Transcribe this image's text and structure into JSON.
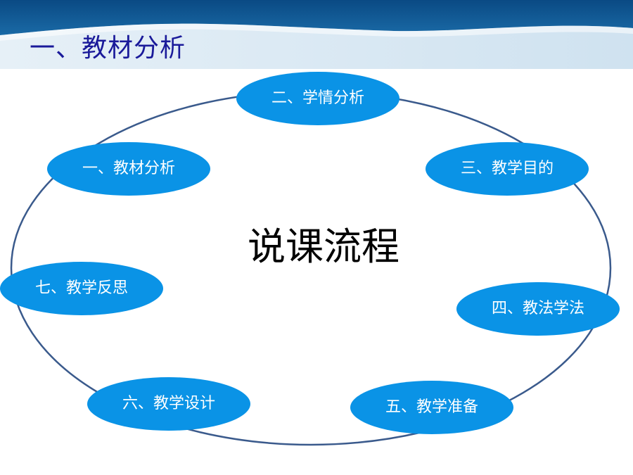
{
  "header": {
    "title": "一、教材分析"
  },
  "diagram": {
    "center_title": "说课流程",
    "nodes": [
      {
        "label": "二、学情分析"
      },
      {
        "label": "一、教材分析"
      },
      {
        "label": "三、教学目的"
      },
      {
        "label": "七、教学反思"
      },
      {
        "label": "四、教法学法"
      },
      {
        "label": "六、教学设计"
      },
      {
        "label": "五、教学准备"
      }
    ]
  },
  "colors": {
    "header_dark": "#0b4f8a",
    "header_light": "#dbe9f3",
    "title_text": "#1a1a9a",
    "node_fill": "#0a93e6",
    "ring_stroke": "#3a5a8c"
  }
}
